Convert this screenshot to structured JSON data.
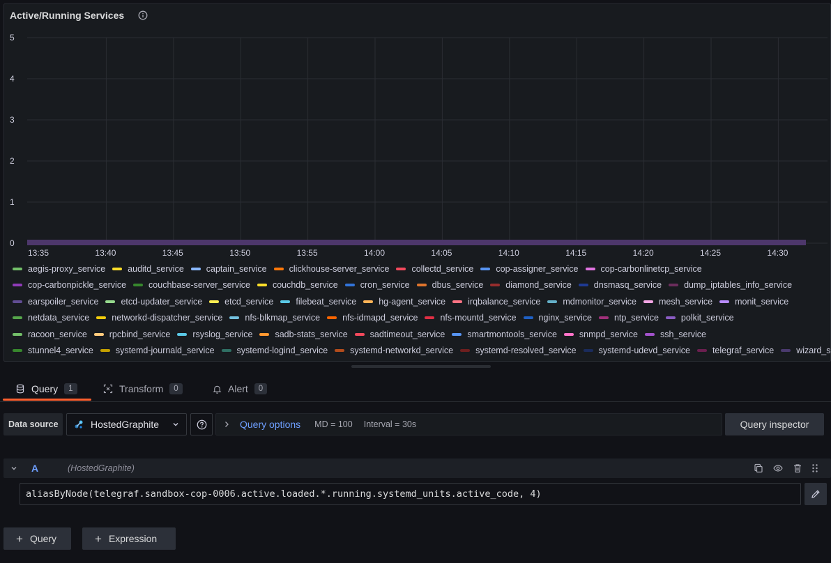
{
  "panel": {
    "title": "Active/Running Services"
  },
  "chart_data": {
    "type": "line",
    "ylim": [
      0,
      5
    ],
    "y_ticks": [
      "0",
      "1",
      "2",
      "3",
      "4",
      "5"
    ],
    "x_ticks": [
      "13:35",
      "13:40",
      "13:45",
      "13:50",
      "13:55",
      "14:00",
      "14:05",
      "14:10",
      "14:15",
      "14:20",
      "14:25",
      "14:30"
    ],
    "x": [
      "13:35",
      "14:32"
    ],
    "grid": true,
    "legend_position": "bottom",
    "series": [
      {
        "name": "aegis-proxy_service",
        "color": "#73bf69",
        "values": [
          0,
          0
        ]
      },
      {
        "name": "auditd_service",
        "color": "#fade2a",
        "values": [
          0,
          0
        ]
      },
      {
        "name": "captain_service",
        "color": "#8ab8ff",
        "values": [
          0,
          0
        ]
      },
      {
        "name": "clickhouse-server_service",
        "color": "#ff780a",
        "values": [
          0,
          0
        ]
      },
      {
        "name": "collectd_service",
        "color": "#f2495c",
        "values": [
          0,
          0
        ]
      },
      {
        "name": "cop-assigner_service",
        "color": "#5794f2",
        "values": [
          0,
          0
        ]
      },
      {
        "name": "cop-carbonlinetcp_service",
        "color": "#e073e0",
        "values": [
          0,
          0
        ]
      },
      {
        "name": "cop-carbonpickle_service",
        "color": "#8f3bb8",
        "values": [
          0,
          0
        ]
      },
      {
        "name": "couchbase-server_service",
        "color": "#37872d",
        "values": [
          0,
          0
        ]
      },
      {
        "name": "couchdb_service",
        "color": "#fade2a",
        "values": [
          0,
          0
        ]
      },
      {
        "name": "cron_service",
        "color": "#3274d9",
        "values": [
          0,
          0
        ]
      },
      {
        "name": "dbus_service",
        "color": "#e0752d",
        "values": [
          0,
          0
        ]
      },
      {
        "name": "diamond_service",
        "color": "#962d2d",
        "values": [
          0,
          0
        ]
      },
      {
        "name": "dnsmasq_service",
        "color": "#1f3a93",
        "values": [
          0,
          0
        ]
      },
      {
        "name": "dump_iptables_info_service",
        "color": "#6b2d5c",
        "values": [
          0,
          0
        ]
      },
      {
        "name": "earspoiler_service",
        "color": "#614d93",
        "values": [
          0,
          0
        ]
      },
      {
        "name": "etcd-updater_service",
        "color": "#96d98d",
        "values": [
          0,
          0
        ]
      },
      {
        "name": "etcd_service",
        "color": "#ffee52",
        "values": [
          0,
          0
        ]
      },
      {
        "name": "filebeat_service",
        "color": "#5ac8e6",
        "values": [
          0,
          0
        ]
      },
      {
        "name": "hg-agent_service",
        "color": "#ffb357",
        "values": [
          0,
          0
        ]
      },
      {
        "name": "irqbalance_service",
        "color": "#ff7383",
        "values": [
          0,
          0
        ]
      },
      {
        "name": "mdmonitor_service",
        "color": "#64b0c8",
        "values": [
          0,
          0
        ]
      },
      {
        "name": "mesh_service",
        "color": "#f5a6e4",
        "values": [
          0,
          0
        ]
      },
      {
        "name": "monit_service",
        "color": "#b88cff",
        "values": [
          0,
          0
        ]
      },
      {
        "name": "netdata_service",
        "color": "#56a64b",
        "values": [
          0,
          0
        ]
      },
      {
        "name": "networkd-dispatcher_service",
        "color": "#f2cc0c",
        "values": [
          0,
          0
        ]
      },
      {
        "name": "nfs-blkmap_service",
        "color": "#73c0de",
        "values": [
          0,
          0
        ]
      },
      {
        "name": "nfs-idmapd_service",
        "color": "#fa6400",
        "values": [
          0,
          0
        ]
      },
      {
        "name": "nfs-mountd_service",
        "color": "#e02f44",
        "values": [
          0,
          0
        ]
      },
      {
        "name": "nginx_service",
        "color": "#1f60c4",
        "values": [
          0,
          0
        ]
      },
      {
        "name": "ntp_service",
        "color": "#a0307a",
        "values": [
          0,
          0
        ]
      },
      {
        "name": "polkit_service",
        "color": "#8a5cc2",
        "values": [
          0,
          0
        ]
      },
      {
        "name": "racoon_service",
        "color": "#73bf69",
        "values": [
          0,
          0
        ]
      },
      {
        "name": "rpcbind_service",
        "color": "#ffcb7d",
        "values": [
          0,
          0
        ]
      },
      {
        "name": "rsyslog_service",
        "color": "#5ac8e6",
        "values": [
          0,
          0
        ]
      },
      {
        "name": "sadb-stats_service",
        "color": "#ff9830",
        "values": [
          0,
          0
        ]
      },
      {
        "name": "sadtimeout_service",
        "color": "#f2495c",
        "values": [
          0,
          0
        ]
      },
      {
        "name": "smartmontools_service",
        "color": "#5794f2",
        "values": [
          0,
          0
        ]
      },
      {
        "name": "snmpd_service",
        "color": "#ff73c8",
        "values": [
          0,
          0
        ]
      },
      {
        "name": "ssh_service",
        "color": "#a352cc",
        "values": [
          0,
          0
        ]
      },
      {
        "name": "stunnel4_service",
        "color": "#37872d",
        "values": [
          0,
          0
        ]
      },
      {
        "name": "systemd-journald_service",
        "color": "#c4a000",
        "values": [
          0,
          0
        ]
      },
      {
        "name": "systemd-logind_service",
        "color": "#2f6f63",
        "values": [
          0,
          0
        ]
      },
      {
        "name": "systemd-networkd_service",
        "color": "#b24c1c",
        "values": [
          0,
          0
        ]
      },
      {
        "name": "systemd-resolved_service",
        "color": "#6e1f1f",
        "values": [
          0,
          0
        ]
      },
      {
        "name": "systemd-udevd_service",
        "color": "#1a2b5c",
        "values": [
          0,
          0
        ]
      },
      {
        "name": "telegraf_service",
        "color": "#6b1f4f",
        "values": [
          0,
          0
        ]
      },
      {
        "name": "wizard_service",
        "color": "#4a3a6e",
        "values": [
          0,
          0
        ]
      }
    ]
  },
  "legend_rows": [
    7,
    8,
    9,
    8,
    8,
    8
  ],
  "tabs": [
    {
      "label": "Query",
      "count": "1"
    },
    {
      "label": "Transform",
      "count": "0"
    },
    {
      "label": "Alert",
      "count": "0"
    }
  ],
  "datasource": {
    "label": "Data source",
    "selected": "HostedGraphite"
  },
  "query_options": {
    "title": "Query options",
    "md": "MD = 100",
    "interval": "Interval = 30s"
  },
  "query_inspector": "Query inspector",
  "query": {
    "ref_id": "A",
    "ds_name": "(HostedGraphite)",
    "expression": "aliasByNode(telegraf.sandbox-cop-0006.active.loaded.*.running.systemd_units.active_code, 4)"
  },
  "buttons": {
    "add_query": "Query",
    "add_expression": "Expression"
  },
  "colors": {
    "accent_tab": "#ff5f2e",
    "link_blue": "#6e9fff"
  }
}
